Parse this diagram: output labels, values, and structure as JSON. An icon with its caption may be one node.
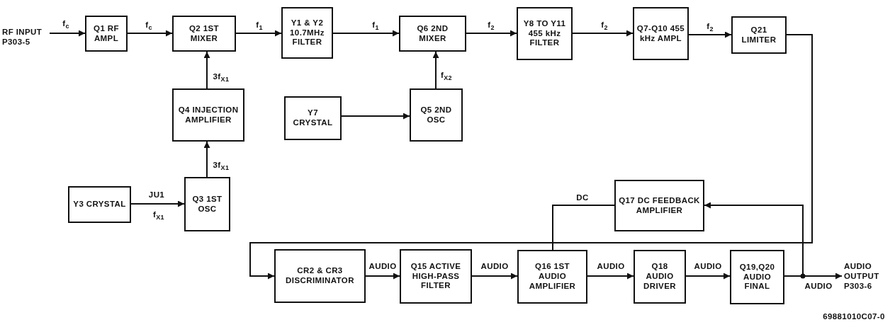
{
  "diagram": {
    "nodes": [
      {
        "text": [
          "RF INPUT P303-5"
        ]
      },
      {
        "text": [
          "Q1 RF AMPL"
        ]
      },
      {
        "text": [
          "Q2 1ST MIXER"
        ]
      },
      {
        "text": [
          "Y1 & Y2 10.7MHz FILTER"
        ]
      },
      {
        "text": [
          "Q6 2ND MIXER"
        ]
      },
      {
        "text": [
          "Y8 TO Y11 455 kHz FILTER"
        ]
      },
      {
        "text": [
          "Q7-Q10 455 kHz AMPL"
        ]
      },
      {
        "text": [
          "Q21 LIMITER"
        ]
      },
      {
        "text": [
          "Q4 INJECTION AMPLIFIER"
        ]
      },
      {
        "text": [
          "Y7 CRYSTAL"
        ]
      },
      {
        "text": [
          "Q5 2ND OSC"
        ]
      },
      {
        "text": [
          "Y3 CRYSTAL"
        ]
      },
      {
        "text": [
          "Q3 1ST OSC"
        ]
      },
      {
        "text": [
          "CR2 & CR3 DISCRIMINATOR"
        ]
      },
      {
        "text": [
          "Q15 ACTIVE HIGH-PASS FILTER"
        ]
      },
      {
        "text": [
          "Q16 1ST AUDIO AMPLIFIER"
        ]
      },
      {
        "text": [
          "Q17 DC FEEDBACK AMPLIFIER"
        ]
      },
      {
        "text": [
          "Q18 AUDIO DRIVER"
        ]
      },
      {
        "text": [
          "Q19,Q20 AUDIO FINAL"
        ]
      },
      {
        "text": [
          "AUDIO OUTPUT P303-6"
        ]
      }
    ],
    "edges": [
      {
        "from": 0,
        "to": 1,
        "arrow": "to",
        "label": "f$_{c}$"
      },
      {
        "from": 1,
        "to": 2,
        "arrow": "to",
        "label": "f$_{c}$"
      },
      {
        "from": 2,
        "to": 3,
        "arrow": "to",
        "label": "f$_{1}$"
      },
      {
        "from": 3,
        "to": 4,
        "arrow": "to",
        "label": "f$_{1}$"
      },
      {
        "from": 4,
        "to": 5,
        "arrow": "to",
        "label": "f$_{2}$"
      },
      {
        "from": 5,
        "to": 6,
        "arrow": "to",
        "label": "f$_{2}$"
      },
      {
        "from": 6,
        "to": 7,
        "arrow": "to",
        "label": "f$_{2}$"
      },
      {
        "from": 7,
        "to": 13,
        "arrow": "to"
      },
      {
        "from": 8,
        "to": 2,
        "arrow": "to",
        "label": "3f$_{X1}$"
      },
      {
        "from": 12,
        "to": 8,
        "arrow": "to",
        "label": "3f$_{X1}$"
      },
      {
        "from": 11,
        "to": 12,
        "arrow": "to",
        "label": "JU1"
      },
      {
        "from": 9,
        "to": 10,
        "arrow": "to"
      },
      {
        "from": 10,
        "to": 4,
        "arrow": "to",
        "label": "f$_{X2}$"
      },
      {
        "from": 13,
        "to": 14,
        "arrow": "to",
        "label": "AUDIO"
      },
      {
        "from": 14,
        "to": 15,
        "arrow": "to",
        "label": "AUDIO"
      },
      {
        "from": 15,
        "to": 16,
        "arrow": "none",
        "label": "DC"
      },
      {
        "from": 15,
        "to": 17,
        "arrow": "to",
        "label": "AUDIO"
      },
      {
        "from": 17,
        "to": 18,
        "arrow": "to",
        "label": "AUDIO"
      },
      {
        "from": 18,
        "to": 19,
        "arrow": "to",
        "label": "AUDIO"
      },
      {
        "from": 18,
        "to": 16,
        "arrow": "to"
      }
    ],
    "labels": [
      "f$_{X1}$",
      "69881010C07-0"
    ]
  }
}
